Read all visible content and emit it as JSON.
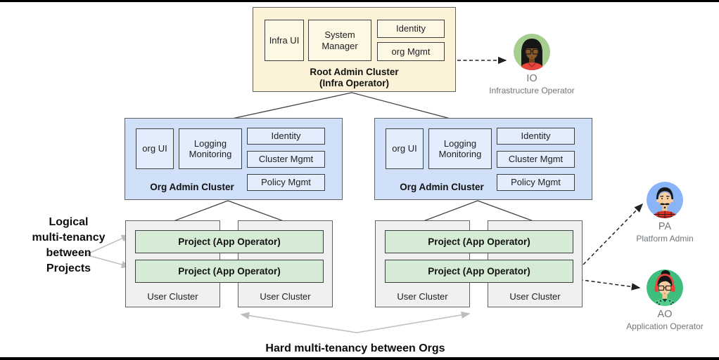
{
  "root_cluster": {
    "title_line1": "Root Admin Cluster",
    "title_line2": "(Infra Operator)",
    "components": {
      "infra_ui": "Infra UI",
      "system_manager": "System Manager",
      "identity": "Identity",
      "org_mgmt": "org Mgmt"
    }
  },
  "org_clusters": [
    {
      "title": "Org Admin Cluster",
      "components": {
        "org_ui": "org UI",
        "logging_monitoring": "Logging Monitoring",
        "identity": "Identity",
        "cluster_mgmt": "Cluster Mgmt",
        "policy_mgmt": "Policy Mgmt"
      }
    },
    {
      "title": "Org Admin Cluster",
      "components": {
        "org_ui": "org UI",
        "logging_monitoring": "Logging Monitoring",
        "identity": "Identity",
        "cluster_mgmt": "Cluster Mgmt",
        "policy_mgmt": "Policy Mgmt"
      }
    }
  ],
  "user_groups": [
    {
      "projects": [
        "Project (App Operator)",
        "Project (App Operator)"
      ],
      "clusters": [
        "User Cluster",
        "User Cluster"
      ]
    },
    {
      "projects": [
        "Project (App Operator)",
        "Project (App Operator)"
      ],
      "clusters": [
        "User Cluster",
        "User Cluster"
      ]
    }
  ],
  "personas": [
    {
      "initials": "IO",
      "role": "Infrastructure Operator",
      "avatar": "woman-glasses-orange-shirt",
      "circle_color": "#A6CE8E"
    },
    {
      "initials": "PA",
      "role": "Platform Admin",
      "avatar": "man-mustache-plaid-shirt",
      "circle_color": "#8AB4F8"
    },
    {
      "initials": "AO",
      "role": "Application Operator",
      "avatar": "woman-headphones-glasses",
      "circle_color": "#3DBE7C"
    }
  ],
  "annotations": {
    "logical_lines": [
      "Logical",
      "multi-tenancy",
      "between",
      "Projects"
    ],
    "hard": "Hard multi-tenancy between Orgs"
  },
  "colors": {
    "root_fill": "#FBF2D7",
    "root_inner_fill": "#FDF7E3",
    "org_fill": "#CFE0F8",
    "org_inner_fill": "#E3EDFC",
    "project_fill": "#D5EBD5",
    "user_cluster_fill": "#F0F0F1",
    "border_dark": "#3C4043",
    "arrow_gray": "#BDBDBD",
    "dashed_arrow": "#202124",
    "label_gray": "#70757A"
  }
}
